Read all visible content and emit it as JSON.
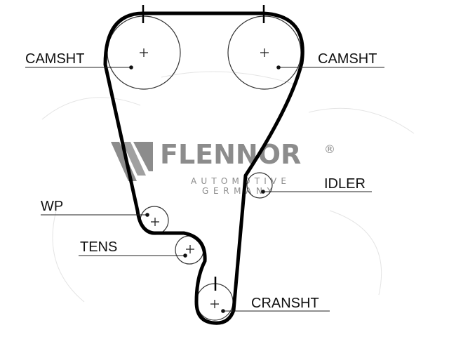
{
  "brand": {
    "name": "FLENNOR",
    "registered": "®",
    "tagline_line1": "AUTOMOTIVE",
    "tagline_line2": "GERMANY",
    "color": "#8c8c8c"
  },
  "labels": {
    "camshaft_left": "CAMSHT",
    "camshaft_right": "CAMSHT",
    "idler": "IDLER",
    "water_pump": "WP",
    "tensioner": "TENS",
    "crankshaft": "CRANSHT"
  },
  "colors": {
    "belt": "#000000",
    "pulley_outline": "#333333",
    "text": "#111111"
  }
}
